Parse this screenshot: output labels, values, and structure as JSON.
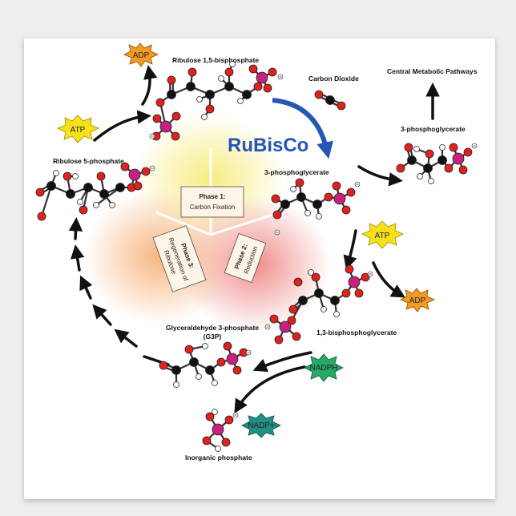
{
  "molecules": {
    "rubp": "Ribulose 1,5-bisphosphate",
    "co2": "Carbon Dioxide",
    "pga_top": "3-phosphoglycerate",
    "central": "Central Metabolic Pathways",
    "pga_mid": "3-phosphoglycerate",
    "ru5p": "Ribulose 5-phosphate",
    "bpg": "1,3-bisphosphoglycerate",
    "g3p_line1": "Glyceraldehyde 3-phosphate",
    "g3p_line2": "(G3P)",
    "pi": "Inorganic phosphate"
  },
  "enzyme": "RuBisCo",
  "badges": {
    "adp_top": "ADP",
    "atp_left": "ATP",
    "atp_right": "ATP",
    "adp_right": "ADP",
    "nadph": "NADPH",
    "nadp": "NADP+"
  },
  "phases": {
    "phase1_title": "Phase 1:",
    "phase1_sub": "Carbon Fixation",
    "phase2_title": "Phase 2:",
    "phase2_sub": "Reduction",
    "phase3_title": "Phase 3:",
    "phase3_sub1": "Regeneration of",
    "phase3_sub2": "Ribulose"
  },
  "colors": {
    "carbon": "#111111",
    "oxygen": "#e0221d",
    "phosphorus": "#c8207e",
    "hydrogen": "#ffffff",
    "rubisco_blue": "#2456b5",
    "atp_yellow": "#f6e11a",
    "adp_orange": "#f39a22",
    "nadph_green": "#27a968",
    "nadp_teal": "#1f8f87",
    "phase1_glow": "#f7ec7a",
    "phase2_glow": "#f08a8a",
    "phase3_glow": "#f6b27a"
  }
}
